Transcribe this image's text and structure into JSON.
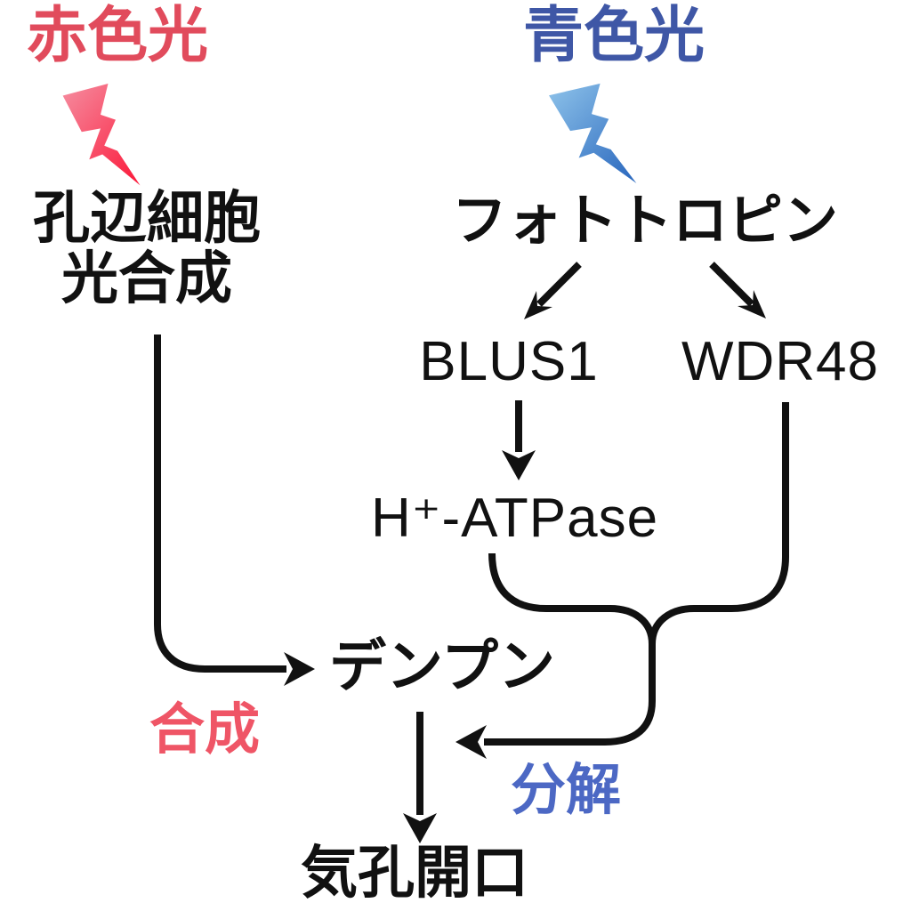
{
  "nodes": {
    "red_light": "赤色光",
    "blue_light": "青色光",
    "guard_cell_line1": "孔辺細胞",
    "guard_cell_line2": "光合成",
    "phototropin": "フォトトロピン",
    "blus1": "BLUS1",
    "wdr48": "WDR48",
    "h_atpase": "H⁺-ATPase",
    "starch": "デンプン",
    "stomatal_opening": "気孔開口"
  },
  "edge_labels": {
    "synthesis": "合成",
    "degradation": "分解"
  },
  "icons": {
    "red_lightning": "red-lightning-bolt",
    "blue_lightning": "blue-lightning-bolt"
  },
  "colors": {
    "text": "#111111",
    "line": "#111111",
    "red_light": "#e14b5c",
    "synthesis": "#ef5566",
    "blue_light": "#3f57a6",
    "degradation": "#4c68c4",
    "red_bolt_light": "#f58da0",
    "red_bolt_dark": "#fb2040",
    "blue_bolt_light": "#8ec3ea",
    "blue_bolt_dark": "#2f6cc0"
  }
}
